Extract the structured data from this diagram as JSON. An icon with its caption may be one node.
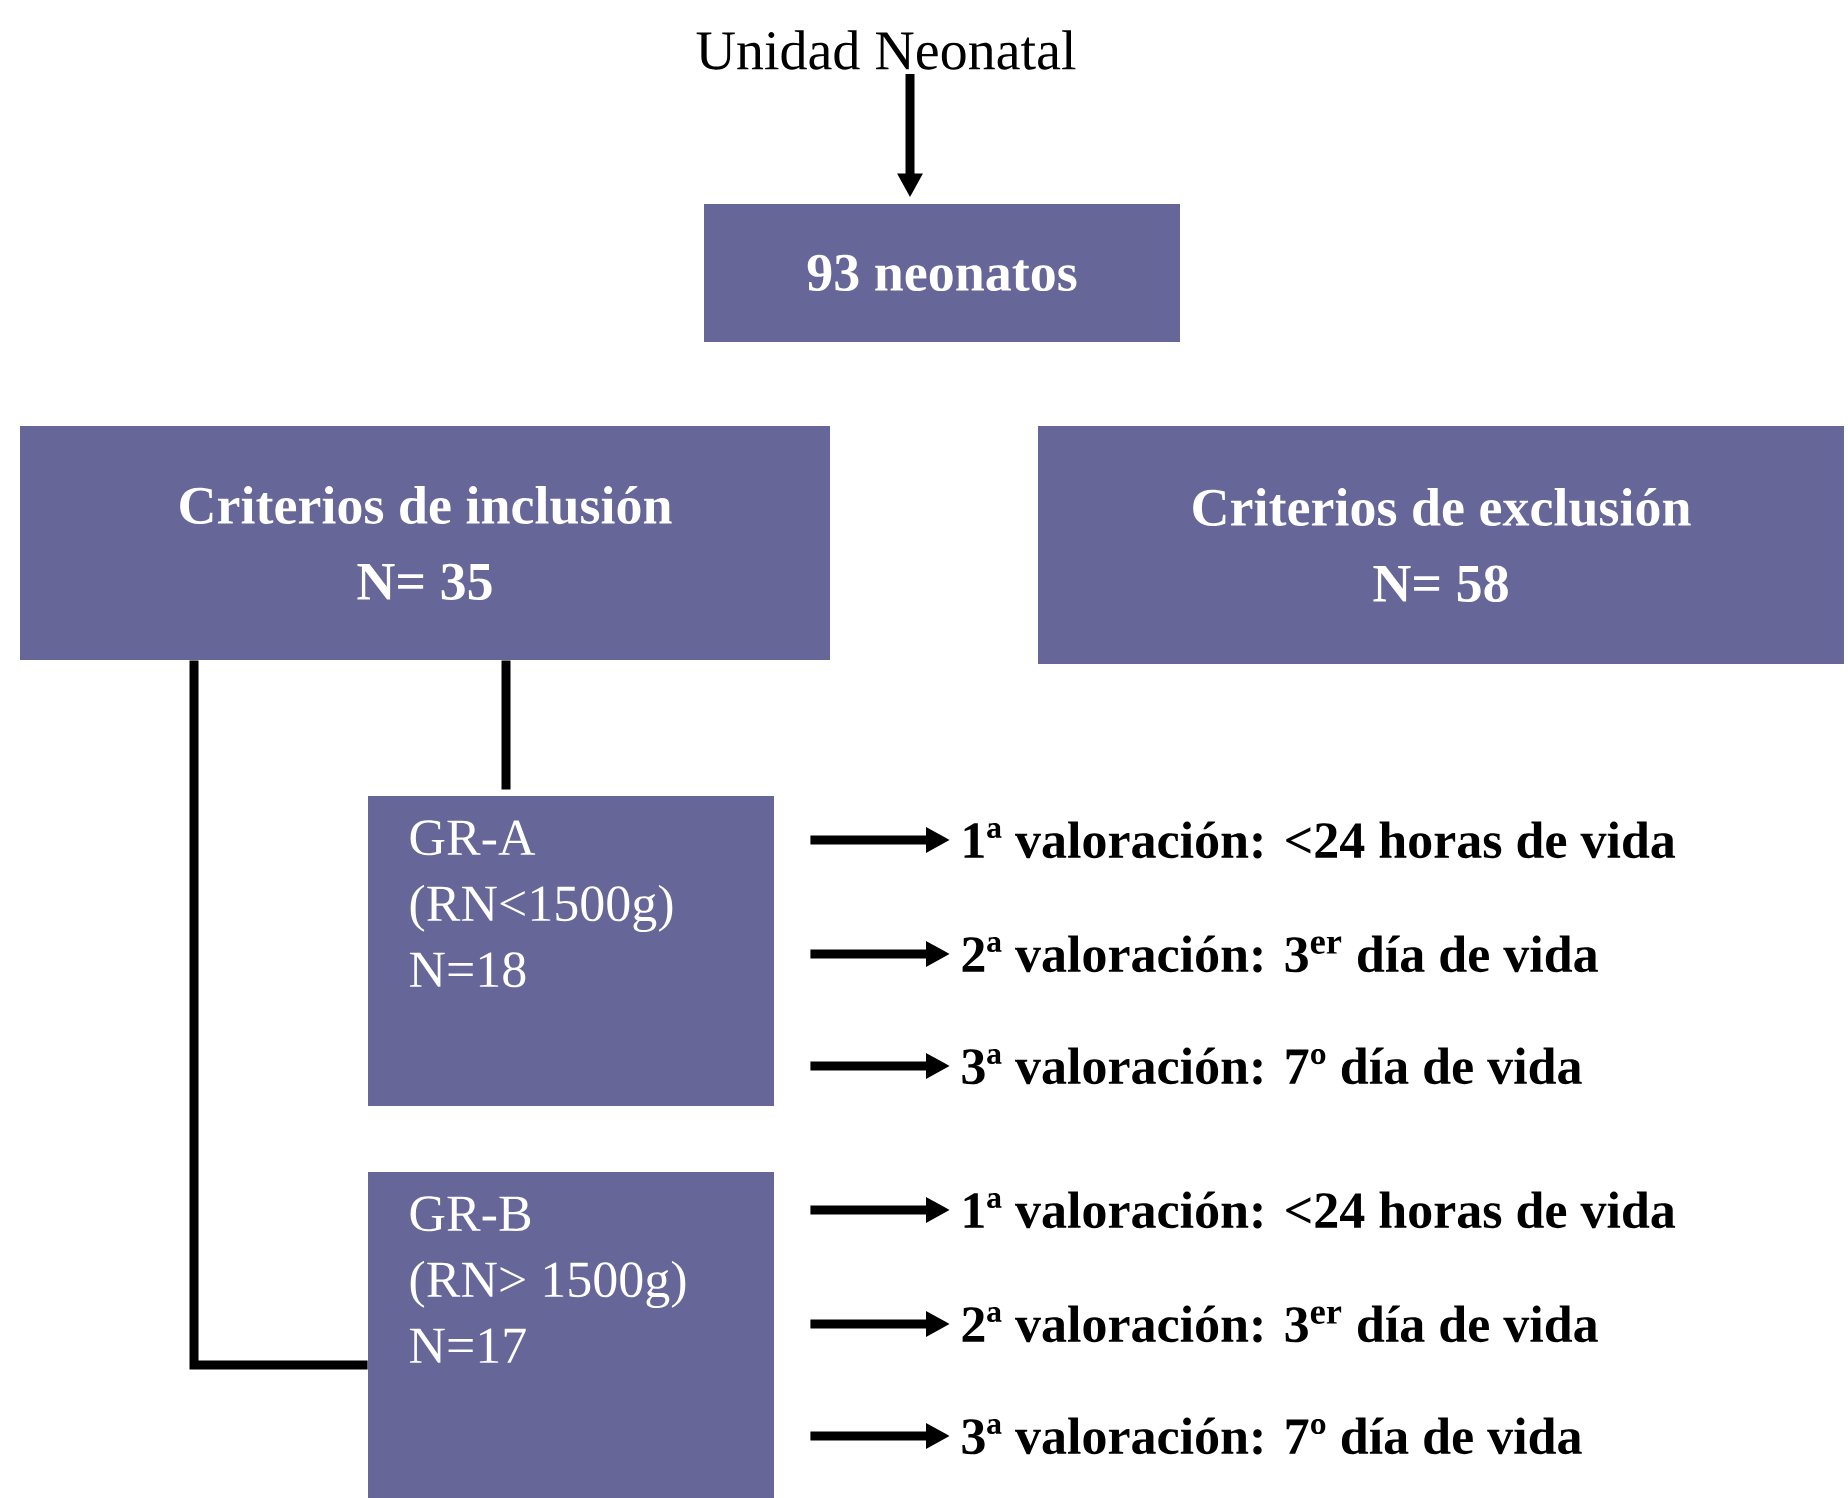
{
  "diagram": {
    "nodes": [
      {
        "text": [
          "Unidad Neonatal"
        ]
      },
      {
        "text": [
          "93 neonatos"
        ]
      },
      {
        "text": [
          "Criterios de inclusión",
          "N= 35"
        ]
      },
      {
        "text": [
          "Criterios de exclusión",
          "N= 58"
        ]
      },
      {
        "text": [
          "GR-A",
          "(RN<1500g)",
          "N=18"
        ]
      },
      {
        "text": [
          "GR-B",
          "(RN> 1500g)",
          "N=17"
        ]
      },
      {
        "text": [
          "1ª valoración: <24 horas de vida"
        ]
      },
      {
        "text": [
          "2ª valoración: 3$^{er}$ día de vida"
        ]
      },
      {
        "text": [
          "3ª valoración: 7º día de vida"
        ]
      },
      {
        "text": [
          "1ª valoración: <24 horas de vida"
        ]
      },
      {
        "text": [
          "2ª valoración: 3$^{er}$ día de vida"
        ]
      },
      {
        "text": [
          "3ª valoración: 7º día de vida"
        ]
      }
    ],
    "edges": [
      {
        "from": 0,
        "to": 1,
        "arrow": "to"
      },
      {
        "from": 2,
        "to": 4,
        "arrow": "none"
      },
      {
        "from": 2,
        "to": 5,
        "arrow": "none"
      },
      {
        "from": 4,
        "to": 6,
        "arrow": "to"
      },
      {
        "from": 4,
        "to": 7,
        "arrow": "to"
      },
      {
        "from": 4,
        "to": 8,
        "arrow": "to"
      },
      {
        "from": 5,
        "to": 9,
        "arrow": "to"
      },
      {
        "from": 5,
        "to": 10,
        "arrow": "to"
      },
      {
        "from": 5,
        "to": 11,
        "arrow": "to"
      }
    ]
  }
}
